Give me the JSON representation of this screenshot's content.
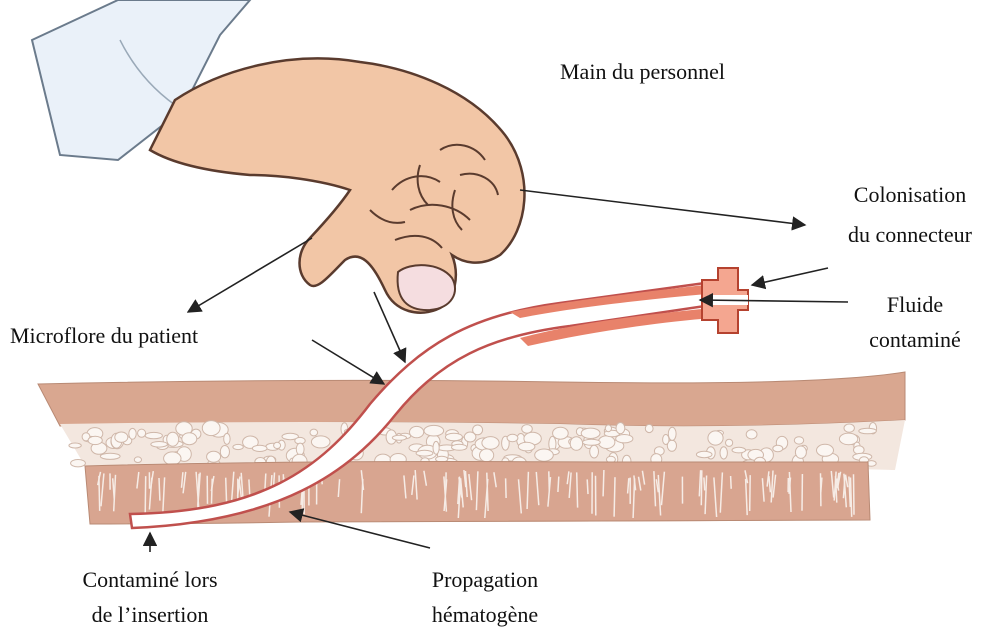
{
  "labels": {
    "main_du_personnel": "Main du personnel",
    "colonisation_line1": "Colonisation",
    "colonisation_line2": "du connecteur",
    "fluide_line1": "Fluide",
    "fluide_line2": "contaminé",
    "microflore": "Microflore du patient",
    "contamine_line1": "Contaminé lors",
    "contamine_line2": "de l’insertion",
    "propagation_line1": "Propagation",
    "propagation_line2": "hématogène"
  },
  "colors": {
    "skin_hand": "#f2c6a6",
    "skin_outline": "#5a3b2e",
    "tissue_top": "#d7a48c",
    "tissue_fat": "#efe4dc",
    "tissue_bottom": "#d7a48c",
    "catheter_fill": "#ffffff",
    "catheter_outline": "#c0504d",
    "contaminated_fluid": "#e8826a",
    "sleeve": "#e8f0f8",
    "arrow": "#222222"
  }
}
